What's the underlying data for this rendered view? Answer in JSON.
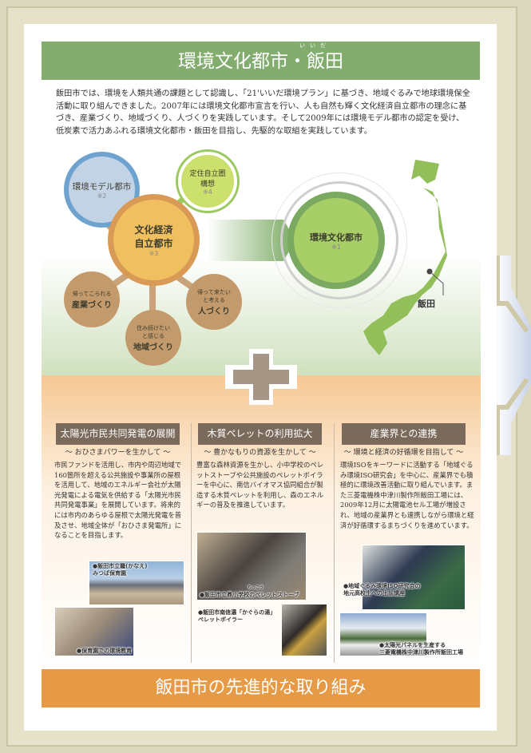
{
  "title": "環境文化都市・飯田",
  "title_ruby": "いいだ",
  "intro": "飯田市では、環境を人類共通の課題として認識し、「21'いいだ環境プラン」に基づき、地域ぐるみで地球環境保全活動に取り組んできました。2007年には環境文化都市宣言を行い、人も自然も輝く文化経済自立都市の理念に基づき、産業づくり、地域づくり、人づくりを実践しています。そして2009年には環境モデル都市の認定を受け、低炭素で活力あふれる環境文化都市・飯田を目指し、先駆的な取組を実践しています。",
  "diagram": {
    "model_city": {
      "label": "環境モデル都市",
      "note": "※2"
    },
    "settlement": {
      "label1": "定住自立圏",
      "label2": "構想",
      "note": "※4"
    },
    "core": {
      "label1": "文化経済",
      "label2": "自立都市",
      "note": "※3"
    },
    "industry": {
      "small": "帰ってこられる",
      "label": "産業づくり"
    },
    "region": {
      "small1": "住み続けたい",
      "small2": "と感じる",
      "label": "地域づくり"
    },
    "people": {
      "small1": "帰って来たい",
      "small2": "と考える",
      "label": "人づくり"
    },
    "goal": {
      "label": "環境文化都市",
      "note": "※1"
    },
    "map_label": "飯田"
  },
  "sections": [
    {
      "heading": "太陽光市民共同発電の展開",
      "sub": "～ おひさまパワーを生かして ～",
      "body": "市民ファンドを活用し、市内や周辺地域で160箇所を超える公共施設や事業所の屋根を活用して、地域のエネルギー会社が太陽光発電による電気を供給する「太陽光市民共同発電事業」を展開しています。将来的には市内のあらゆる屋根で太陽光発電を普及させ、地域全体が「おひさま発電所」になることを目指します。",
      "captions": [
        "●飯田市立籠(かなえ)\nみつば保育園",
        "●保育園での環境教育"
      ]
    },
    {
      "heading": "木質ペレットの利用拡大",
      "sub": "～ 豊かなもりの資源を生かして ～",
      "body": "豊富な森林資源を生かし、小中学校のペレットストーブや公共施設のペレットボイラーを中心に、南信バイオマス協同組合が製造する木質ペレットを利用し、森のエネルギーの普及を推進しています。",
      "captions": [
        "●飯田市立鼎小学校のペレットストーブ",
        "●飯田市南信濃「かぐらの湯」\nペレットボイラー"
      ],
      "ruby": "ちっこう"
    },
    {
      "heading": "産業界との連携",
      "sub": "～ 環境と経済の好循環を目指して ～",
      "body": "環境ISOをキーワードに活動する「地域ぐるみ環境ISO研究会」を中心に、産業界でも積極的に環境改善活動に取り組んでいます。また三菱電機株中津川製作所飯田工場には、2009年12月に太陽電池セル工場が増設され、地域の産業界とも連携しながら環境と経済が好循環するまちづくりを進めています。",
      "captions": [
        "●地域ぐるみ環境ISO研究会の\n地元高校生への出前講座",
        "●太陽光パネルを生産する\n三菱電機株中津川製作所飯田工場"
      ]
    }
  ],
  "footer": "飯田市の先進的な取り組み",
  "colors": {
    "green": "#82ad6e",
    "orange": "#e69a45",
    "brown": "#7a6a5b",
    "blue": "#6fa3cf"
  }
}
